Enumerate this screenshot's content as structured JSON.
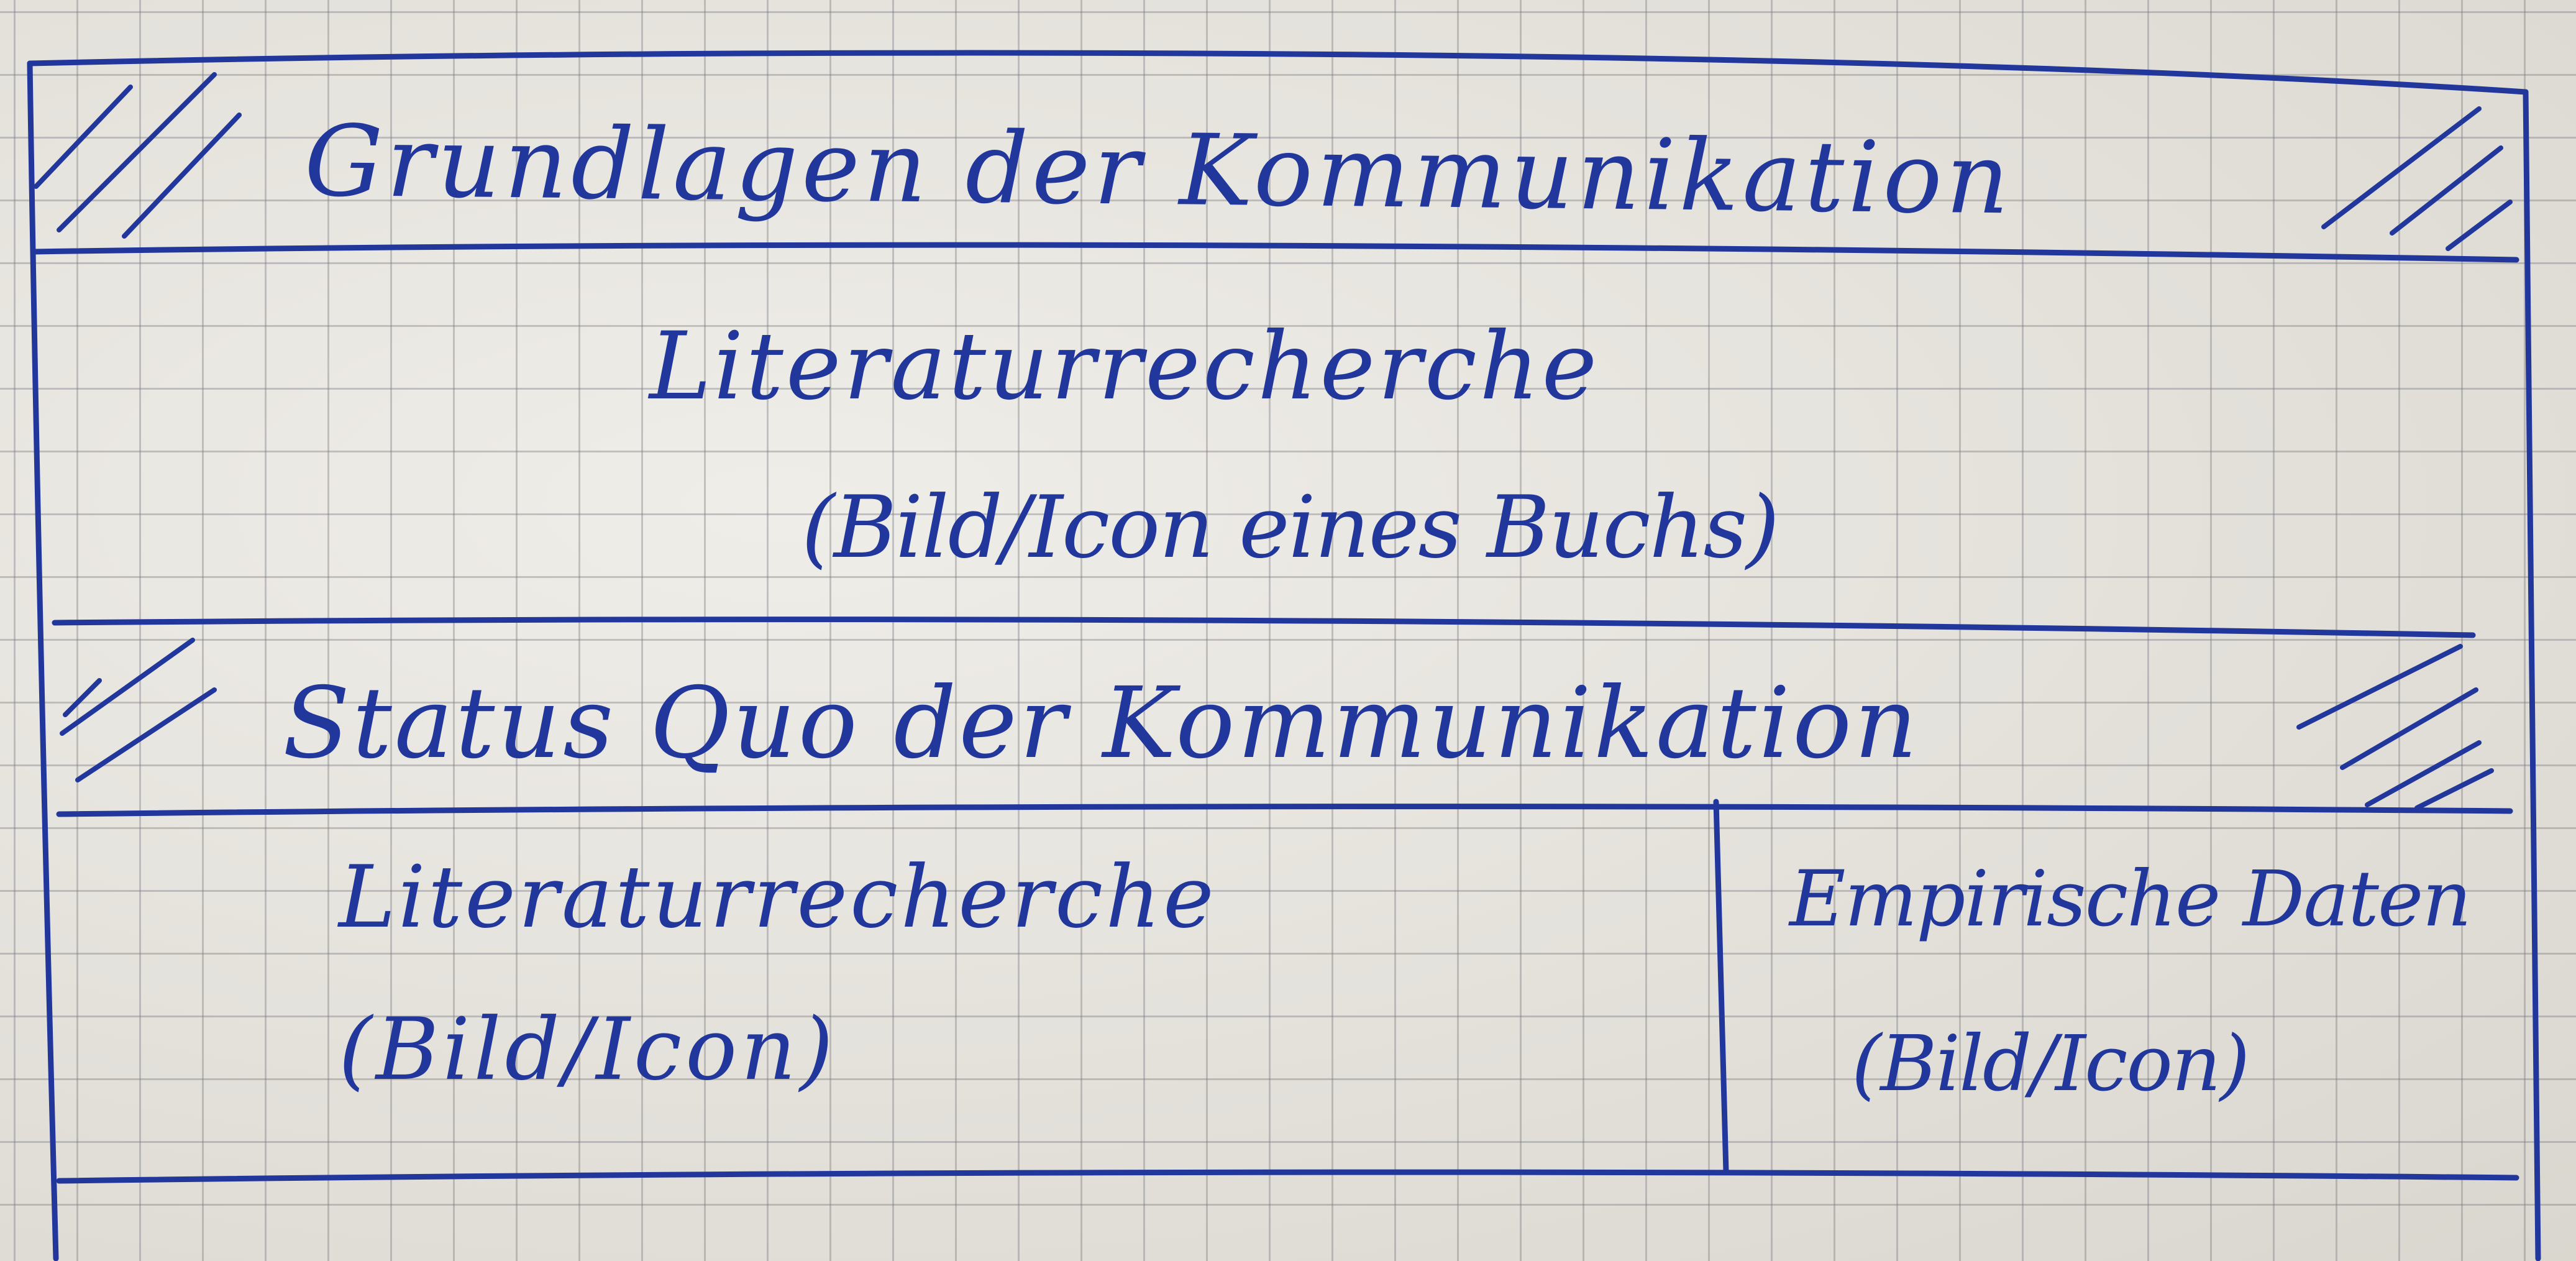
{
  "sketch": {
    "section_1": {
      "title": "Grundlagen der Kommunikation",
      "subtitle": "Literaturrecherche",
      "note": "(Bild/Icon eines Buchs)"
    },
    "section_2": {
      "title": "Status Quo der Kommunikation",
      "left_column": {
        "title": "Literaturrecherche",
        "note": "(Bild/Icon)"
      },
      "right_column": {
        "title": "Empirische Daten",
        "note": "(Bild/Icon)"
      }
    }
  }
}
